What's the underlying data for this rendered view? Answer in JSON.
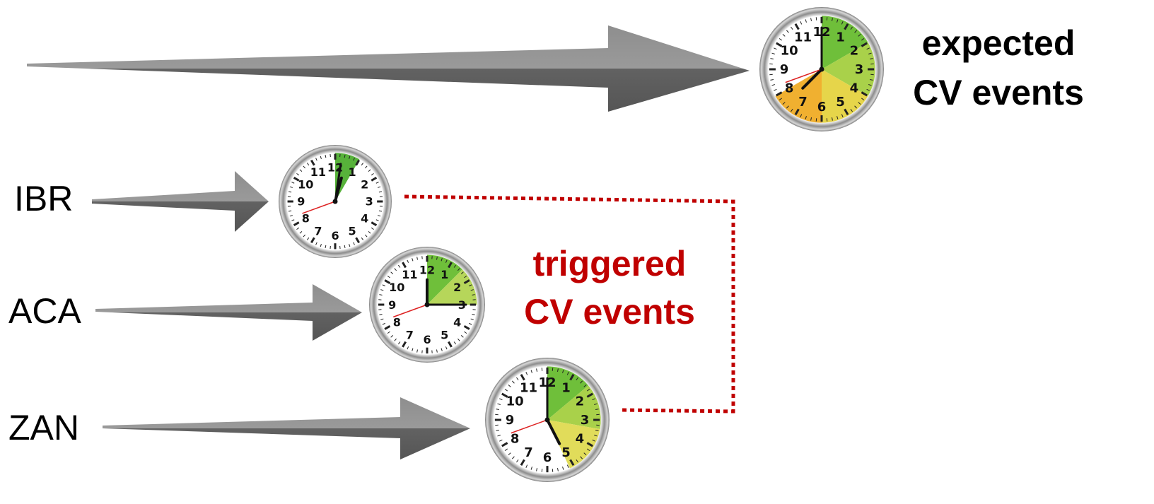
{
  "expected": {
    "line1": "expected",
    "line2": "CV events",
    "text_color": "#000000"
  },
  "triggered": {
    "line1": "triggered",
    "line2": "CV events",
    "text_color": "#c00000"
  },
  "rows": [
    {
      "label": "IBR"
    },
    {
      "label": "ACA"
    },
    {
      "label": "ZAN"
    }
  ],
  "clocks": [
    {
      "id": "expected",
      "hour": 7.5,
      "minute": 0,
      "wedges": [
        {
          "from": 0,
          "to": 60,
          "color": "#6fbf3a"
        },
        {
          "from": 60,
          "to": 120,
          "color": "#a9d14a"
        },
        {
          "from": 120,
          "to": 180,
          "color": "#e6d54a"
        },
        {
          "from": 180,
          "to": 240,
          "color": "#f0b030"
        }
      ]
    },
    {
      "id": "ibr",
      "hour": 0.5,
      "minute": 1.4,
      "wedges": [
        {
          "from": 0,
          "to": 30,
          "color": "#57b23a"
        }
      ]
    },
    {
      "id": "aca",
      "hour": 0,
      "minute": 15,
      "wedges": [
        {
          "from": 0,
          "to": 45,
          "color": "#6fbf3a"
        },
        {
          "from": 45,
          "to": 90,
          "color": "#b6d65a"
        }
      ]
    },
    {
      "id": "zan",
      "hour": 5.1,
      "minute": 0,
      "wedges": [
        {
          "from": 0,
          "to": 50,
          "color": "#6fbf3a"
        },
        {
          "from": 50,
          "to": 100,
          "color": "#a9d14a"
        },
        {
          "from": 100,
          "to": 155,
          "color": "#e1dc5a"
        }
      ]
    }
  ],
  "colors": {
    "arrow": "#6b6b6b",
    "arrow_light": "#8a8a8a",
    "connector": "#c00000",
    "clock_rim": "#9a9a9a"
  }
}
